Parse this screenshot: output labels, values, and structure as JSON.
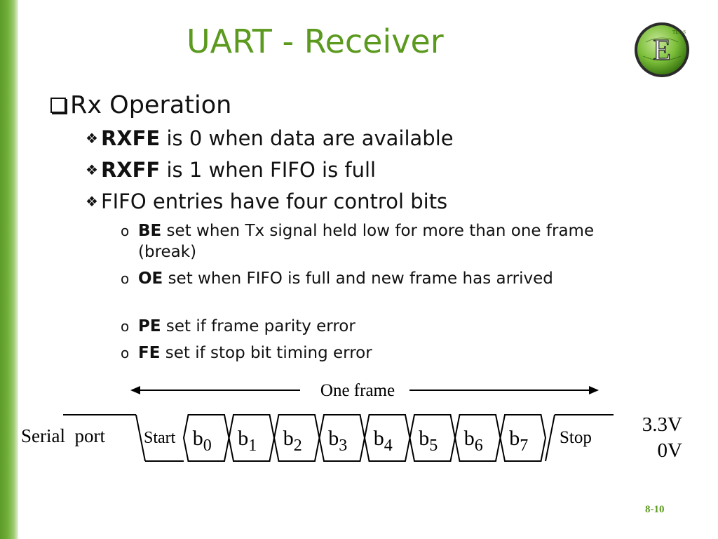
{
  "slide": {
    "title": "UART - Receiver",
    "page_number": "8-10",
    "logo_letter": "E",
    "logo_text": "TExaS",
    "accent_color": "#5b9a1f"
  },
  "bullets": {
    "l1": "Rx Operation",
    "rxfe_bold": "RXFE",
    "rxfe_text": " is 0 when data are available",
    "rxff_bold": "RXFF",
    "rxff_text": " is 1 when FIFO is full",
    "fifo_text": "FIFO entries have four control bits",
    "sub": [
      {
        "bold": "BE",
        "text": " set when Tx signal held low for more than one frame (break)"
      },
      {
        "bold": "OE",
        "text": " set when FIFO is full and new frame has arrived"
      },
      {
        "bold": "PE",
        "text": " set if frame parity error"
      },
      {
        "bold": "FE",
        "text": " set if stop bit timing error"
      }
    ]
  },
  "diagram": {
    "frame_label": "One frame",
    "serial_port_label": "Serial  port",
    "start_label": "Start",
    "stop_label": "Stop",
    "high_label": "3.3V",
    "low_label": "0V",
    "bits": [
      {
        "base": "b",
        "sub": "0"
      },
      {
        "base": "b",
        "sub": "1"
      },
      {
        "base": "b",
        "sub": "2"
      },
      {
        "base": "b",
        "sub": "3"
      },
      {
        "base": "b",
        "sub": "4"
      },
      {
        "base": "b",
        "sub": "5"
      },
      {
        "base": "b",
        "sub": "6"
      },
      {
        "base": "b",
        "sub": "7"
      }
    ]
  }
}
